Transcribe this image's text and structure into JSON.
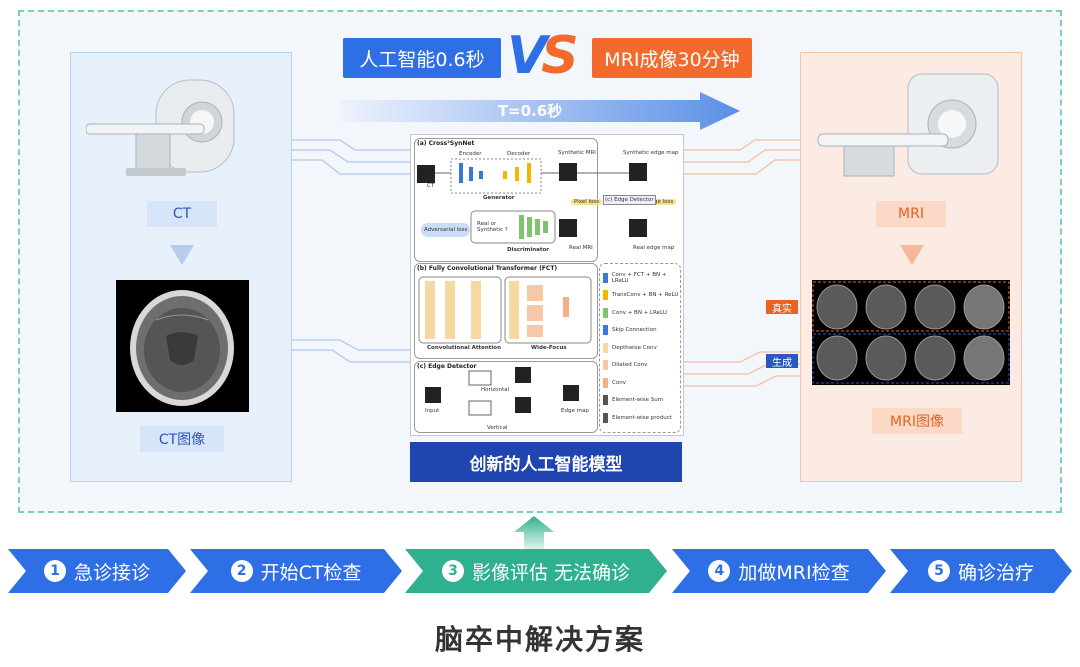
{
  "comparison": {
    "ai_label": "人工智能0.6秒",
    "vs_v": "V",
    "vs_s": "S",
    "mri_label": "MRI成像30分钟",
    "time_bar_label": "T=0.6秒"
  },
  "left_panel": {
    "ct_label": "CT",
    "ct_image_label": "CT图像"
  },
  "right_panel": {
    "mri_label": "MRI",
    "mri_image_label": "MRI图像",
    "real_tag": "真实",
    "generated_tag": "生成"
  },
  "model": {
    "title": "创新的人工智能模型",
    "section_a": "(a) Cross²SynNet",
    "section_b": "(b) Fully Convolutional Transformer (FCT)",
    "section_c": "(c) Edge Detector",
    "encoder": "Encoder",
    "decoder": "Decoder",
    "generator": "Generator",
    "discriminator": "Discriminator",
    "synthetic_mri": "Synthetic MRI",
    "synthetic_edge_map": "Synthetic edge map",
    "real_mri": "Real MRI",
    "real_edge_map": "Real edge map",
    "pixel_loss": "Pixel loss",
    "edge_loss": "Edge loss",
    "edge_detector": "(c) Edge Detector",
    "adversarial_loss": "Adversarial loss",
    "real_or_synthetic": "Real or Synthetic ?",
    "ct": "CT",
    "convolutional_attention": "Convolutional Attention",
    "wide_focus": "Wide-Focus",
    "horizontal": "Horizontal",
    "vertical": "Vertical",
    "input": "Input",
    "edge_map": "Edge map",
    "legend": [
      "Conv + FCT + BN + LReLU",
      "TransConv + BN + ReLU",
      "Conv + BN + LReLU",
      "Skip Connection",
      "Depthwise Conv",
      "Dilated Conv",
      "Conv",
      "Element-wise Sum",
      "Element-wise product"
    ],
    "legend_colors": [
      "#3a78d8",
      "#f2b700",
      "#7fc46b",
      "#3a78d8",
      "#f7d8a0",
      "#f5c9a8",
      "#f5b183",
      "#555555",
      "#555555"
    ]
  },
  "steps": [
    {
      "num": "1",
      "label": "急诊接诊",
      "color": "#2f6fe6"
    },
    {
      "num": "2",
      "label": "开始CT检查",
      "color": "#2f6fe6"
    },
    {
      "num": "3",
      "label": "影像评估 无法确诊",
      "color": "#2fb08f"
    },
    {
      "num": "4",
      "label": "加做MRI检查",
      "color": "#2f6fe6"
    },
    {
      "num": "5",
      "label": "确诊治疗",
      "color": "#2f6fe6"
    }
  ],
  "bottom_title": "脑卒中解决方案"
}
